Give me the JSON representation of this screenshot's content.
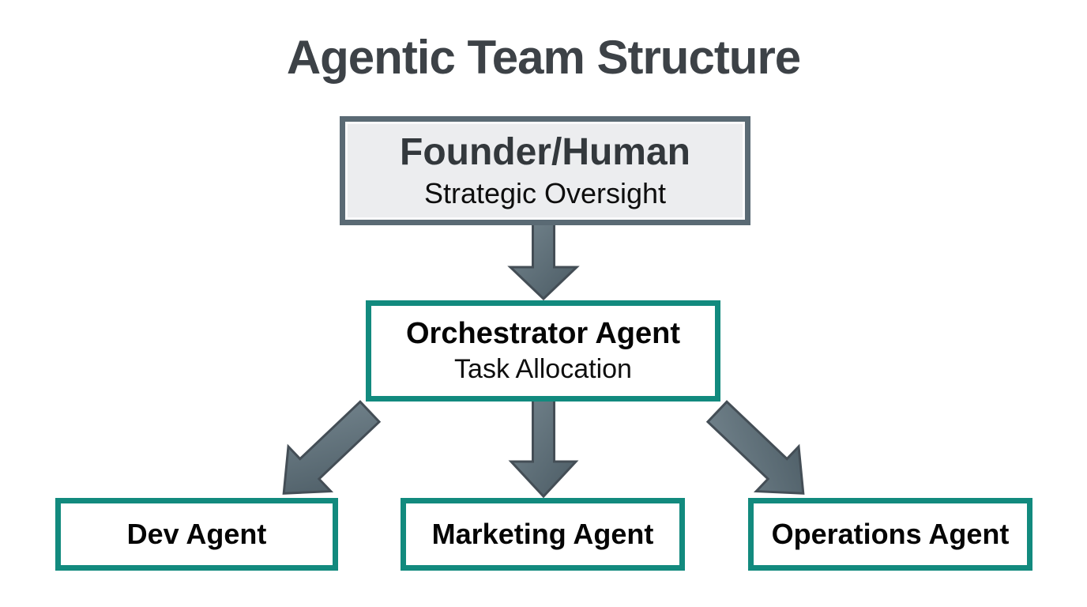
{
  "diagram": {
    "title": "Agentic Team Structure",
    "nodes": {
      "founder": {
        "title": "Founder/Human",
        "subtitle": "Strategic Oversight",
        "variant": "slate"
      },
      "orchestrator": {
        "title": "Orchestrator Agent",
        "subtitle": "Task Allocation",
        "variant": "teal"
      },
      "dev": {
        "title": "Dev Agent",
        "variant": "teal"
      },
      "marketing": {
        "title": "Marketing Agent",
        "variant": "teal"
      },
      "operations": {
        "title": "Operations Agent",
        "variant": "teal"
      }
    },
    "edges": [
      {
        "from": "founder",
        "to": "orchestrator",
        "direction": "down"
      },
      {
        "from": "orchestrator",
        "to": "dev",
        "direction": "down-left"
      },
      {
        "from": "orchestrator",
        "to": "marketing",
        "direction": "down"
      },
      {
        "from": "orchestrator",
        "to": "operations",
        "direction": "down-right"
      }
    ],
    "colors": {
      "background": "#ffffff",
      "title_text": "#3d4247",
      "slate_border": "#5a6a74",
      "slate_fill": "#ecedef",
      "teal_border": "#128a7e",
      "node_fill": "#ffffff",
      "node_text": "#050505",
      "arrow_fill_light": "#74858e",
      "arrow_fill_dark": "#4b5b64",
      "arrow_stroke": "#444e56"
    }
  }
}
